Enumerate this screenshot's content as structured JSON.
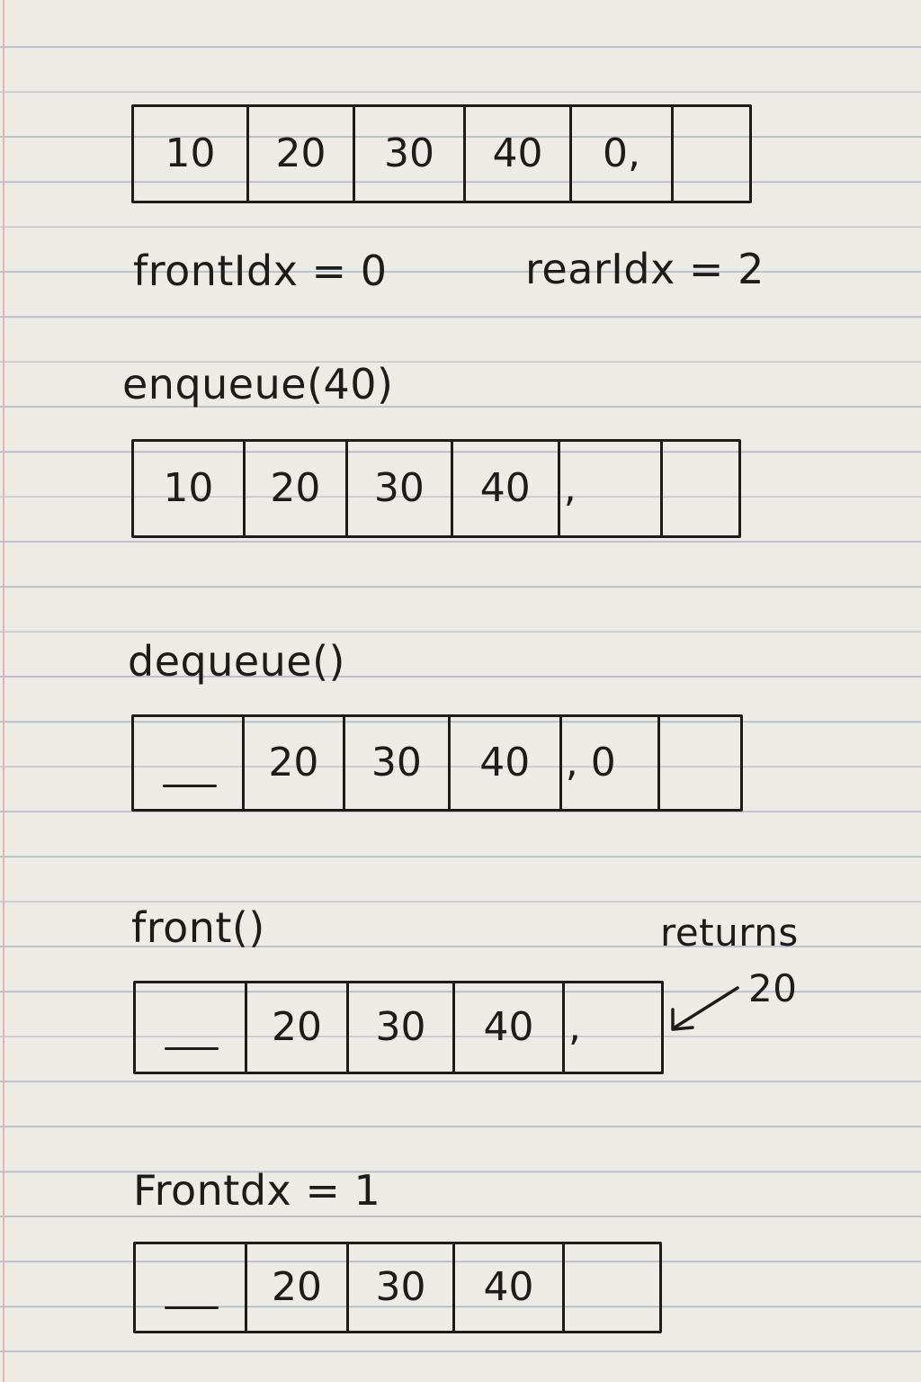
{
  "rows": [
    {
      "cells": [
        "10",
        "20",
        "30",
        "40",
        "0,",
        ""
      ]
    },
    {
      "cells": [
        "10",
        "20",
        "30",
        "40",
        ",",
        ""
      ]
    },
    {
      "cells": [
        "",
        "20",
        "30",
        "40",
        ", 0",
        ""
      ]
    },
    {
      "cells": [
        "",
        "20",
        "30",
        "40",
        ","
      ]
    },
    {
      "cells": [
        "",
        "20",
        "30",
        "40",
        ""
      ]
    }
  ],
  "labels": {
    "front_idx": "frontIdx = 0",
    "rear_idx": "rearIdx = 2",
    "enqueue": "enqueue(40)",
    "dequeue": "dequeue()",
    "front_call": "front()",
    "returns_word": "returns",
    "returns_value": "20",
    "front_idx_after": "Frontdx = 1"
  }
}
